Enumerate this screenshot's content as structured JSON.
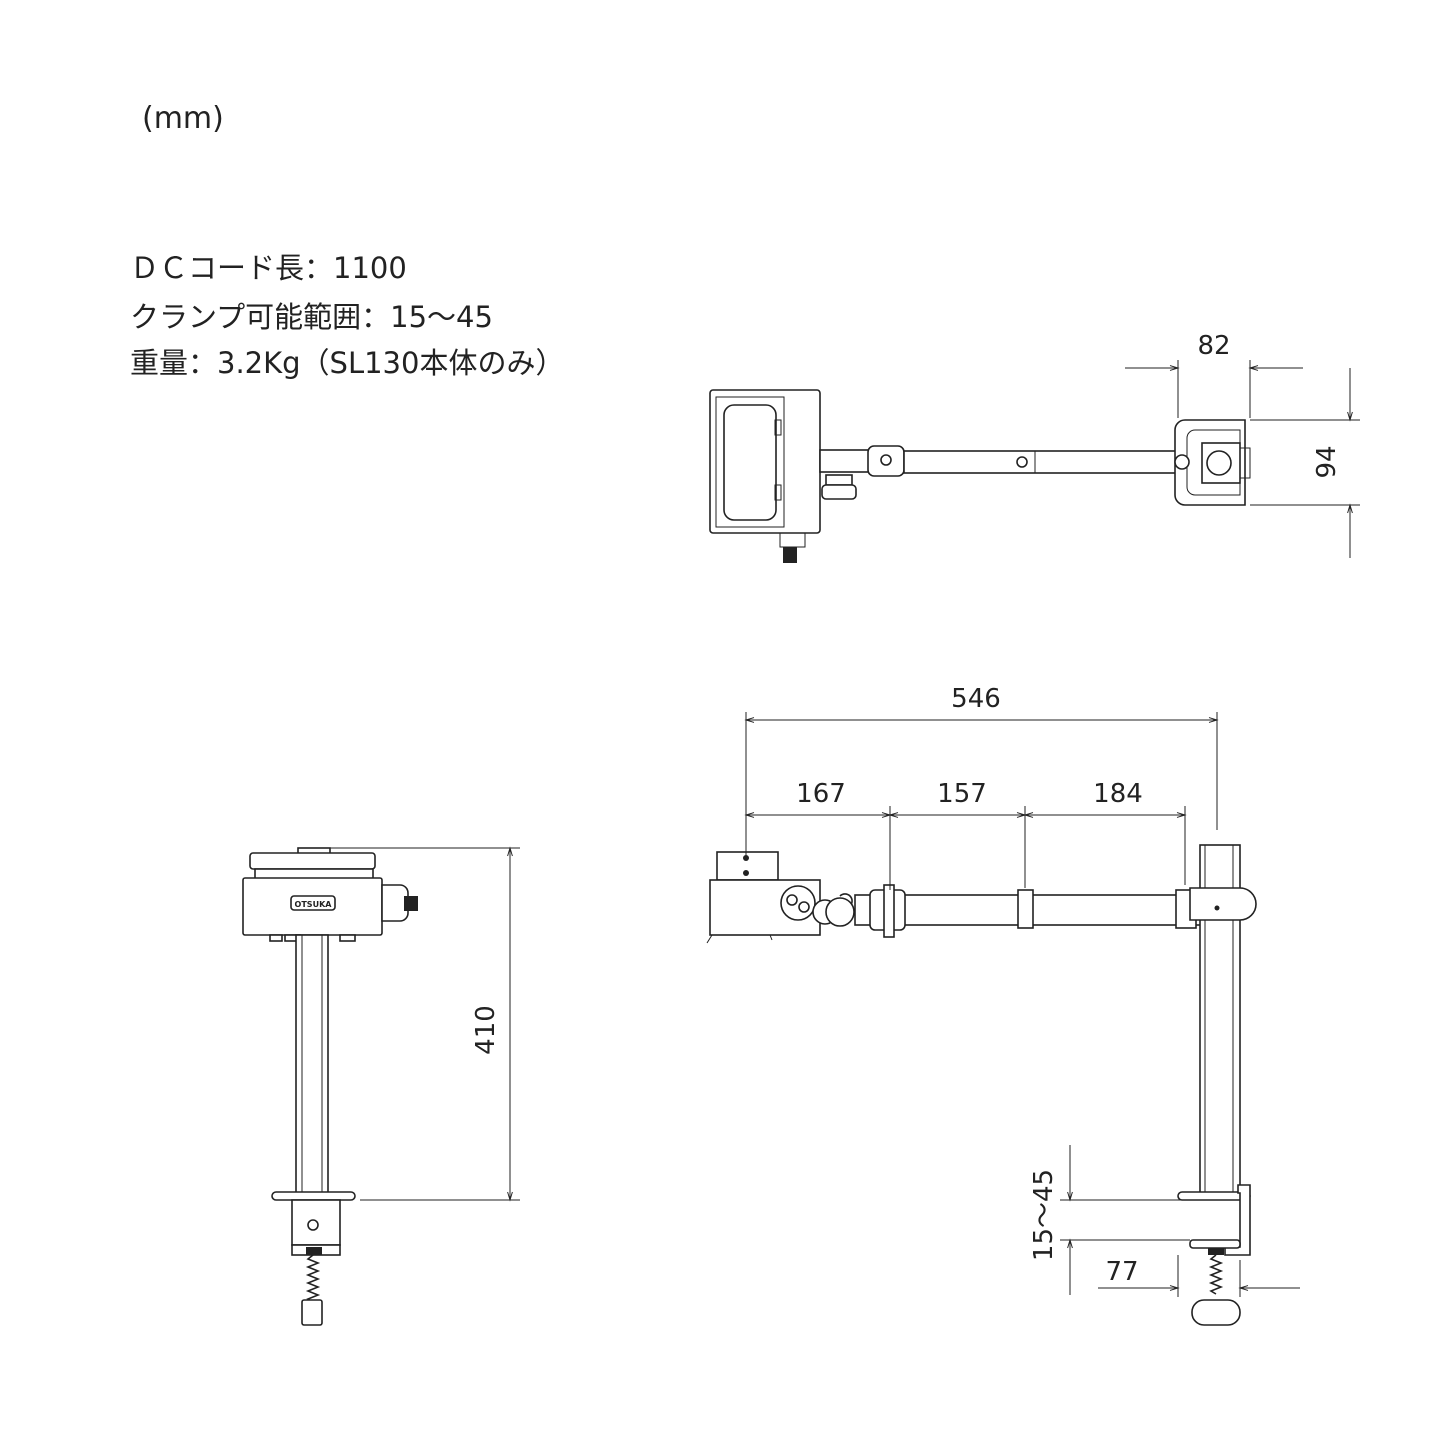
{
  "unit_label": "(mm)",
  "specs": [
    "ＤＣコード長：1100",
    "クランプ可能範囲：15～45",
    "重量：3.2Kg（SL130本体のみ）"
  ],
  "logo_text": "OTSUKA",
  "dimensions": {
    "top_width": "82",
    "top_height": "94",
    "total_reach": "546",
    "segment_1": "167",
    "segment_2": "157",
    "segment_3": "184",
    "height": "410",
    "clamp_range": "15～45",
    "clamp_depth": "77"
  },
  "colors": {
    "line": "#222222",
    "background": "#ffffff"
  }
}
